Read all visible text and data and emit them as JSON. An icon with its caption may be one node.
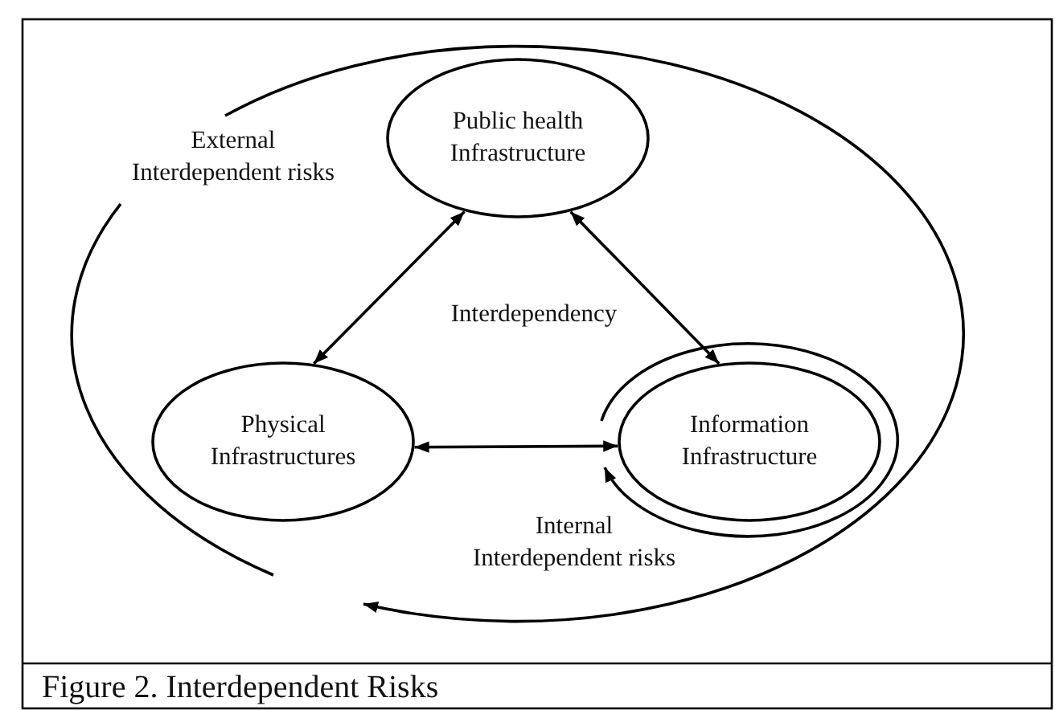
{
  "diagram": {
    "caption": "Figure 2. Interdependent Risks",
    "nodes": [
      {
        "text": [
          "Public health Infrastructure"
        ]
      },
      {
        "text": [
          "Physical Infrastructures"
        ]
      },
      {
        "text": [
          "Information Infrastructure"
        ]
      }
    ],
    "edges": [
      {
        "from": 0,
        "to": 1,
        "arrow": "both"
      },
      {
        "from": 0,
        "to": 2,
        "arrow": "both"
      },
      {
        "from": 1,
        "to": 2,
        "arrow": "both"
      },
      {
        "from": null,
        "to": 2,
        "arrow": "to"
      }
    ],
    "labels": [
      "External Interdependent risks",
      "Interdependency",
      "Internal Interdependent risks"
    ]
  }
}
